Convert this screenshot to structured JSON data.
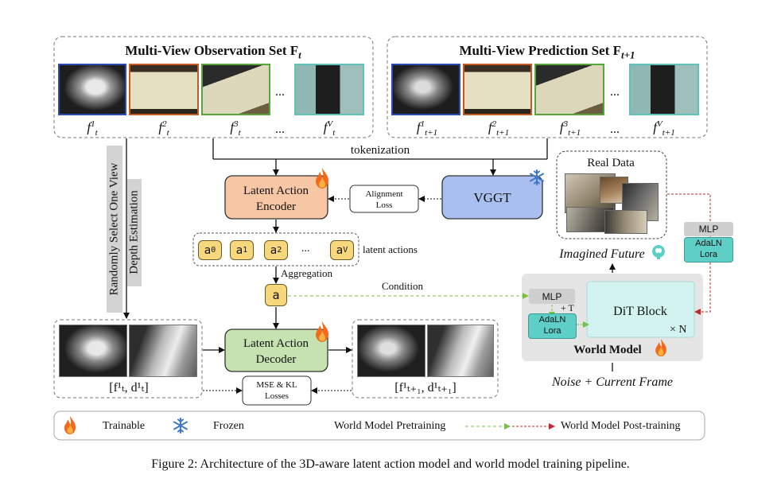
{
  "observation_set": {
    "title": "Multi-View Observation Set F",
    "sub": "t",
    "views": [
      {
        "name": "f",
        "sup": "1",
        "sub": "t"
      },
      {
        "name": "f",
        "sup": "2",
        "sub": "t"
      },
      {
        "name": "f",
        "sup": "3",
        "sub": "t"
      },
      {
        "name": "f",
        "sup": "V",
        "sub": "t"
      }
    ],
    "ellipsis": "..."
  },
  "prediction_set": {
    "title": "Multi-View Prediction Set F",
    "sub": "t+1",
    "views": [
      {
        "name": "f",
        "sup": "1",
        "sub": "t+1"
      },
      {
        "name": "f",
        "sup": "2",
        "sub": "t+1"
      },
      {
        "name": "f",
        "sup": "3",
        "sub": "t+1"
      },
      {
        "name": "f",
        "sup": "V",
        "sub": "t+1"
      }
    ],
    "ellipsis": "..."
  },
  "labels": {
    "tokenization": "tokenization",
    "randomly_select": "Randomly Select One View",
    "depth_estimation": "Depth Estimation",
    "latent_actions": "latent actions",
    "aggregation": "Aggregation",
    "condition": "Condition",
    "real_data": "Real Data",
    "imagined_future": "Imagined Future",
    "noise_current": "Noise + Current Frame",
    "plus_t": "+ T",
    "times_n": "× N"
  },
  "encoder": {
    "line1": "Latent Action",
    "line2": "Encoder"
  },
  "decoder": {
    "line1": "Latent Action",
    "line2": "Decoder"
  },
  "alignment": {
    "line1": "Alignment",
    "line2": "Loss"
  },
  "vggt": "VGGT",
  "mse": {
    "line1": "MSE & KL",
    "line2": "Losses"
  },
  "actions": {
    "chips": [
      {
        "base": "a",
        "sub": "0"
      },
      {
        "base": "a",
        "sub": "1"
      },
      {
        "base": "a",
        "sub": "2"
      },
      {
        "base": "a",
        "sub": "V"
      }
    ],
    "ellipsis": "...",
    "aggregated": "a"
  },
  "world_model": {
    "title": "World Model",
    "dit": "DiT Block",
    "mlp": "MLP",
    "adaln_1": "AdaLN",
    "adaln_2": "Lora"
  },
  "post_adapter": {
    "mlp": "MLP",
    "adaln_1": "AdaLN",
    "adaln_2": "Lora"
  },
  "depth_input": {
    "text": "[f¹ₜ, d¹ₜ]"
  },
  "depth_output": {
    "text": "[f¹ₜ₊₁, d¹ₜ₊₁]"
  },
  "legend": {
    "trainable": "Trainable",
    "frozen": "Frozen",
    "pretraining": "World Model Pretraining",
    "posttraining": "World Model Post-training"
  },
  "caption": "Figure 2: Architecture of the 3D-aware latent action model and world model training pipeline.",
  "colors": {
    "encoder": "#f7c6a4",
    "decoder": "#c6e2b1",
    "vggt": "#a9bff0",
    "dit": "#d3f3f1",
    "adaln": "#5ecfc6",
    "chip": "#f6d77b",
    "pretrain_arrow": "#7ac043",
    "posttrain_arrow": "#c0282b",
    "flame": "#f26a1b",
    "snow": "#3f78c9"
  },
  "icons": {
    "trainable": "flame-icon",
    "frozen": "snowflake-icon",
    "brain": "brain-icon"
  }
}
